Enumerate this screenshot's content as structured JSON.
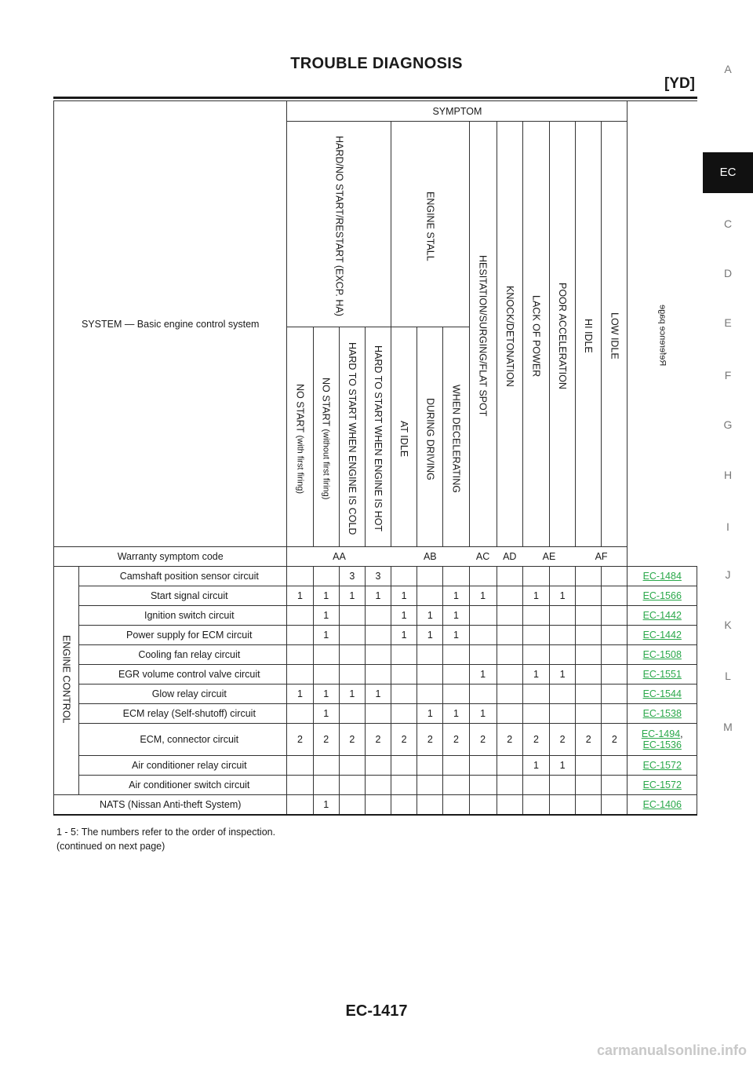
{
  "header": {
    "title": "TROUBLE DIAGNOSIS",
    "variant": "[YD]"
  },
  "side_index": [
    "A",
    "EC",
    "C",
    "D",
    "E",
    "F",
    "G",
    "H",
    "I",
    "J",
    "K",
    "L",
    "M"
  ],
  "side_index_active": "EC",
  "table": {
    "system_label": "SYSTEM — Basic engine control system",
    "symptom_header": "SYMPTOM",
    "reference_header": "Reference page",
    "groups": [
      "HARD/NO START/RESTART (EXCP. HA)",
      "ENGINE STALL",
      "HESITATION/SURGING/FLAT SPOT",
      "KNOCK/DETONATION",
      "LACK OF POWER",
      "POOR ACCELERATION",
      "HI IDLE",
      "LOW IDLE"
    ],
    "subcolumns": [
      "NO START",
      "NO START",
      "HARD TO START WHEN ENGINE IS COLD",
      "HARD TO START WHEN ENGINE IS HOT",
      "AT IDLE",
      "DURING DRIVING",
      "WHEN DECELERATING"
    ],
    "subcolumn_notes": [
      "(with first firing)",
      "(without first firing)"
    ],
    "warranty_label": "Warranty symptom code",
    "warranty_codes": [
      "AA",
      "AB",
      "AC",
      "AD",
      "AE",
      "AF"
    ],
    "engine_control_label": "ENGINE CONTROL",
    "rows": [
      {
        "system": "Camshaft position sensor circuit",
        "cells": [
          "",
          "",
          "3",
          "3",
          "",
          "",
          "",
          "",
          "",
          "",
          "",
          "",
          ""
        ],
        "refs": [
          "EC-1484"
        ]
      },
      {
        "system": "Start signal circuit",
        "cells": [
          "1",
          "1",
          "1",
          "1",
          "1",
          "",
          "1",
          "1",
          "",
          "1",
          "1",
          "",
          ""
        ],
        "refs": [
          "EC-1566"
        ]
      },
      {
        "system": "Ignition switch circuit",
        "cells": [
          "",
          "1",
          "",
          "",
          "1",
          "1",
          "1",
          "",
          "",
          "",
          "",
          "",
          ""
        ],
        "refs": [
          "EC-1442"
        ]
      },
      {
        "system": "Power supply for ECM circuit",
        "cells": [
          "",
          "1",
          "",
          "",
          "1",
          "1",
          "1",
          "",
          "",
          "",
          "",
          "",
          ""
        ],
        "refs": [
          "EC-1442"
        ]
      },
      {
        "system": "Cooling fan relay circuit",
        "cells": [
          "",
          "",
          "",
          "",
          "",
          "",
          "",
          "",
          "",
          "",
          "",
          "",
          ""
        ],
        "refs": [
          "EC-1508"
        ]
      },
      {
        "system": "EGR volume control valve circuit",
        "cells": [
          "",
          "",
          "",
          "",
          "",
          "",
          "",
          "1",
          "",
          "1",
          "1",
          "",
          ""
        ],
        "refs": [
          "EC-1551"
        ]
      },
      {
        "system": "Glow relay circuit",
        "cells": [
          "1",
          "1",
          "1",
          "1",
          "",
          "",
          "",
          "",
          "",
          "",
          "",
          "",
          ""
        ],
        "refs": [
          "EC-1544"
        ]
      },
      {
        "system": "ECM relay (Self-shutoff) circuit",
        "cells": [
          "",
          "1",
          "",
          "",
          "",
          "1",
          "1",
          "1",
          "",
          "",
          "",
          "",
          ""
        ],
        "refs": [
          "EC-1538"
        ]
      },
      {
        "system": "ECM, connector circuit",
        "cells": [
          "2",
          "2",
          "2",
          "2",
          "2",
          "2",
          "2",
          "2",
          "2",
          "2",
          "2",
          "2",
          "2"
        ],
        "refs": [
          "EC-1494",
          "EC-1536"
        ]
      },
      {
        "system": "Air conditioner relay circuit",
        "cells": [
          "",
          "",
          "",
          "",
          "",
          "",
          "",
          "",
          "",
          "1",
          "1",
          "",
          ""
        ],
        "refs": [
          "EC-1572"
        ]
      },
      {
        "system": "Air conditioner switch circuit",
        "cells": [
          "",
          "",
          "",
          "",
          "",
          "",
          "",
          "",
          "",
          "",
          "",
          "",
          ""
        ],
        "refs": [
          "EC-1572"
        ]
      }
    ],
    "nats_row": {
      "system": "NATS (Nissan Anti-theft System)",
      "cells": [
        "",
        "1",
        "",
        "",
        "",
        "",
        "",
        "",
        "",
        "",
        "",
        "",
        ""
      ],
      "refs": [
        "EC-1406"
      ]
    },
    "ref_separator": ","
  },
  "footnotes": {
    "note": "1 - 5: The numbers refer to the order of inspection.",
    "continued": "(continued on next page)"
  },
  "page_number": "EC-1417",
  "watermark": "carmanualsonline.info"
}
